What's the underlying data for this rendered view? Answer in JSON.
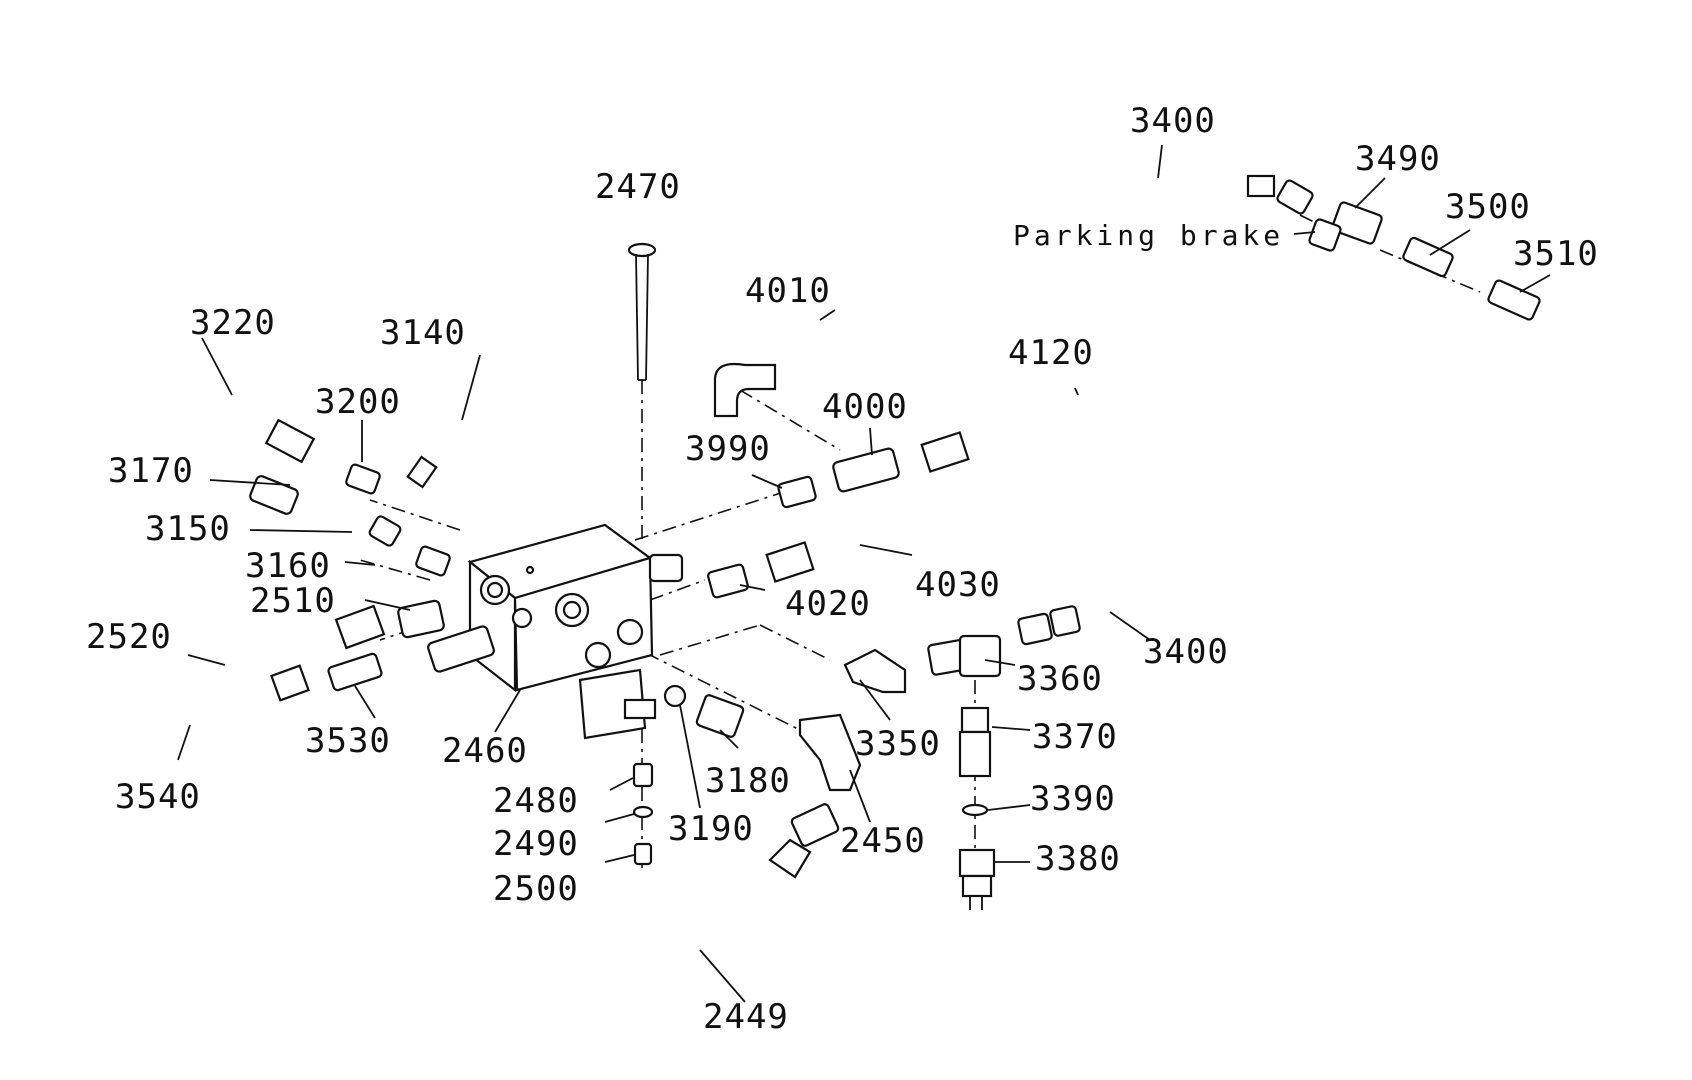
{
  "title": "",
  "note": "Parking brake",
  "labels": {
    "l3400a": "3400",
    "l3490": "3490",
    "l3500": "3500",
    "l3510": "3510",
    "l2470": "2470",
    "l4010": "4010",
    "l3220": "3220",
    "l3140": "3140",
    "l4120": "4120",
    "l3200": "3200",
    "l4000": "4000",
    "l3990": "3990",
    "l3170": "3170",
    "l3150": "3150",
    "l3160": "3160",
    "l4030": "4030",
    "l2510": "2510",
    "l4020": "4020",
    "l2520": "2520",
    "l3400b": "3400",
    "l3360": "3360",
    "l3530": "3530",
    "l2460": "2460",
    "l3350": "3350",
    "l3370": "3370",
    "l3540": "3540",
    "l3180": "3180",
    "l2480": "2480",
    "l3390": "3390",
    "l2450": "2450",
    "l2490": "2490",
    "l3190": "3190",
    "l3380": "3380",
    "l2500": "2500",
    "l2449": "2449"
  }
}
